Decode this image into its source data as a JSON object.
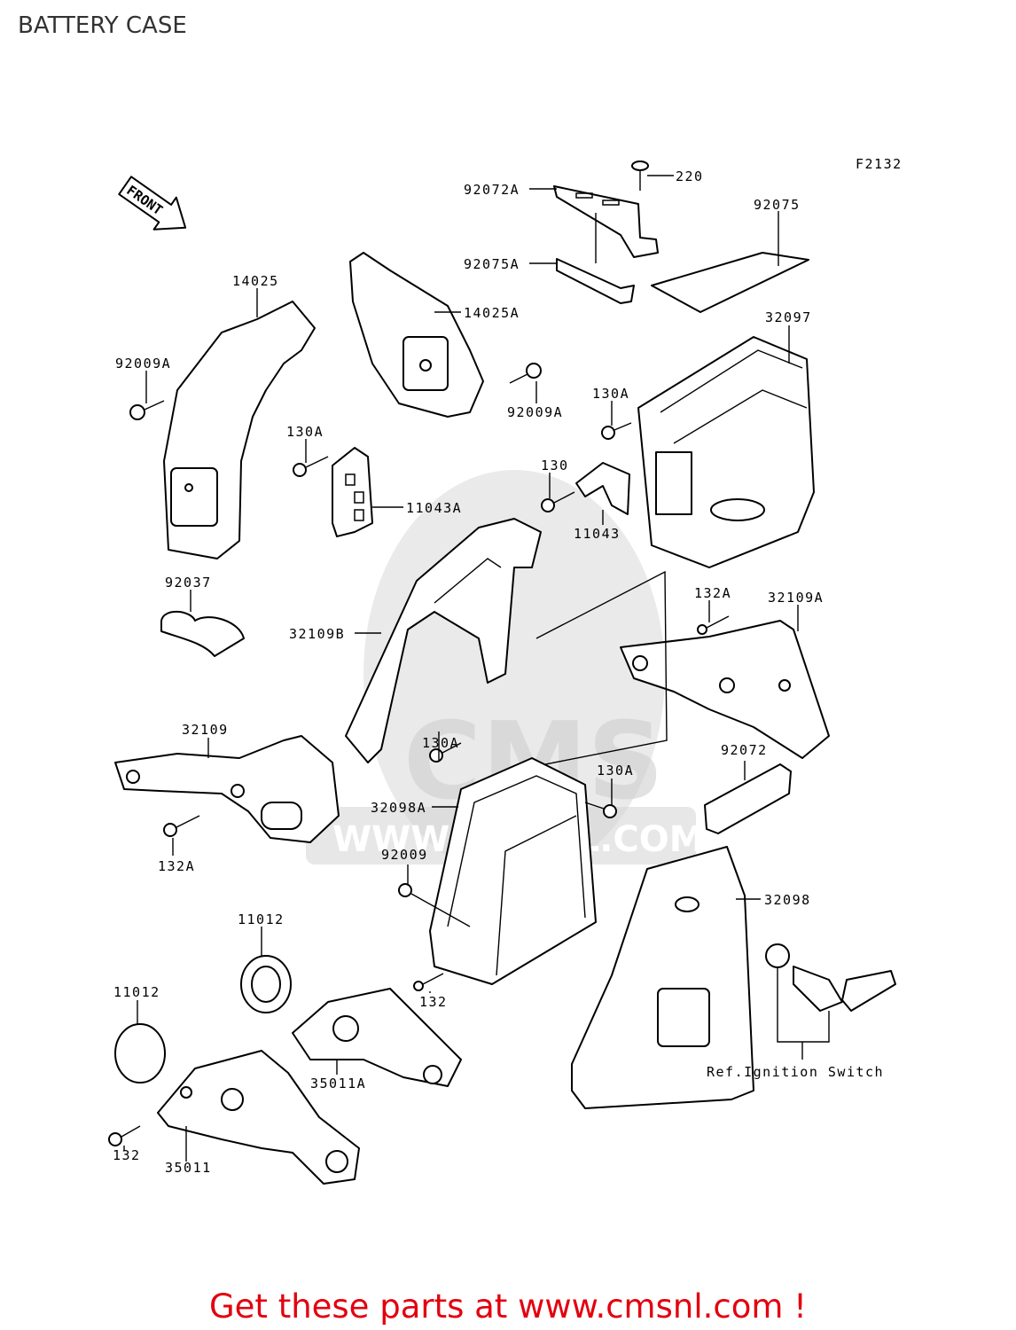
{
  "page_title": "BATTERY CASE",
  "figure_code": "F2132",
  "front_label": "FRONT",
  "watermark": {
    "brand": "CMS",
    "url": "WWW.CMSNL.COM"
  },
  "callouts": [
    {
      "id": "92072A",
      "text": "92072A"
    },
    {
      "id": "220",
      "text": "220"
    },
    {
      "id": "92075",
      "text": "92075"
    },
    {
      "id": "92075A",
      "text": "92075A"
    },
    {
      "id": "14025",
      "text": "14025"
    },
    {
      "id": "14025A",
      "text": "14025A"
    },
    {
      "id": "32097",
      "text": "32097"
    },
    {
      "id": "92009A-left",
      "text": "92009A"
    },
    {
      "id": "92009A-right",
      "text": "92009A"
    },
    {
      "id": "130A-top",
      "text": "130A"
    },
    {
      "id": "130A-left",
      "text": "130A"
    },
    {
      "id": "130",
      "text": "130"
    },
    {
      "id": "11043A",
      "text": "11043A"
    },
    {
      "id": "11043",
      "text": "11043"
    },
    {
      "id": "92037",
      "text": "92037"
    },
    {
      "id": "132A-right",
      "text": "132A"
    },
    {
      "id": "32109A",
      "text": "32109A"
    },
    {
      "id": "32109B",
      "text": "32109B"
    },
    {
      "id": "130A-mid",
      "text": "130A"
    },
    {
      "id": "32109",
      "text": "32109"
    },
    {
      "id": "92072",
      "text": "92072"
    },
    {
      "id": "130A-case",
      "text": "130A"
    },
    {
      "id": "32098A",
      "text": "32098A"
    },
    {
      "id": "132A-left",
      "text": "132A"
    },
    {
      "id": "92009",
      "text": "92009"
    },
    {
      "id": "32098",
      "text": "32098"
    },
    {
      "id": "11012-top",
      "text": "11012"
    },
    {
      "id": "11012-left",
      "text": "11012"
    },
    {
      "id": "132-right",
      "text": "132"
    },
    {
      "id": "35011A",
      "text": "35011A"
    },
    {
      "id": "ref-ignition",
      "text": "Ref.Ignition Switch"
    },
    {
      "id": "132-left",
      "text": "132"
    },
    {
      "id": "35011",
      "text": "35011"
    }
  ],
  "promo_text": "Get these parts at www.cmsnl.com !",
  "colors": {
    "promo": "#e3000f",
    "title": "#333333",
    "watermark": "#d9d9d9"
  }
}
